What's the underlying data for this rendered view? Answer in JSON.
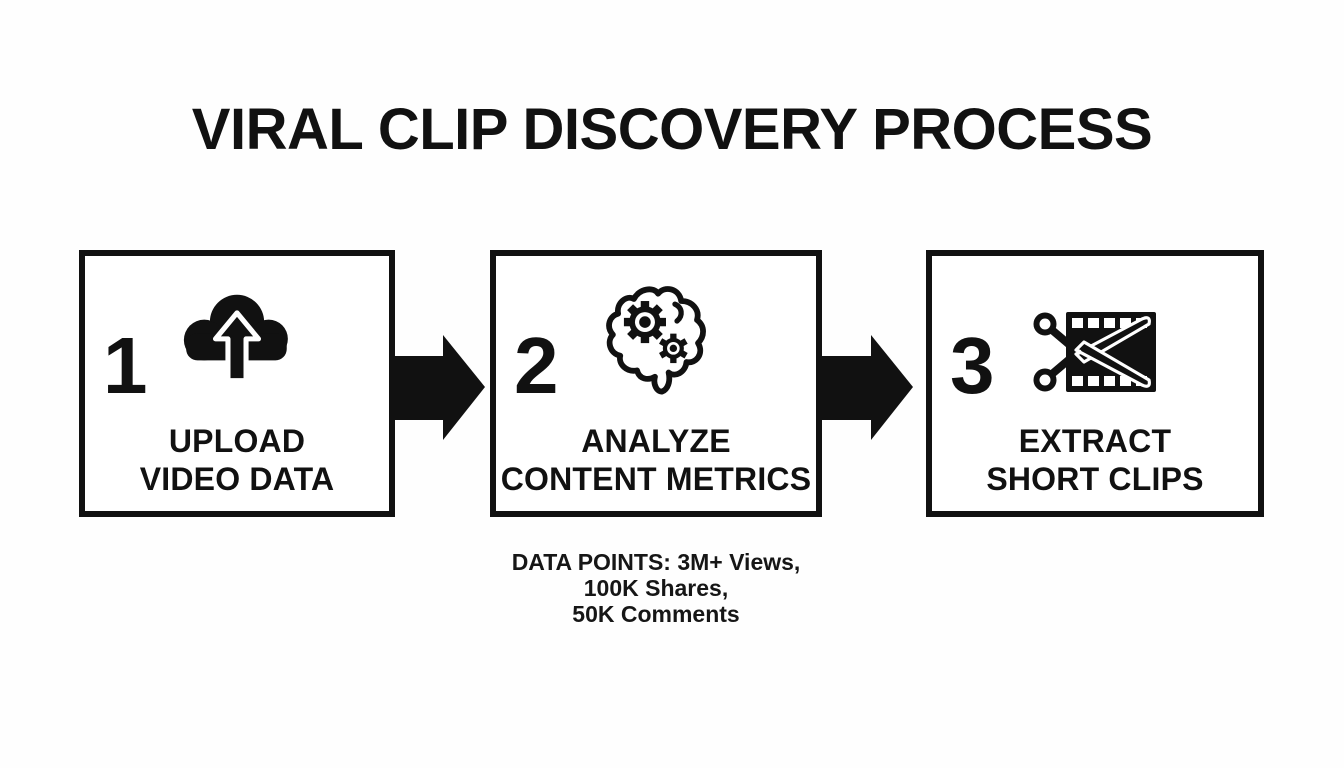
{
  "title": "VIRAL CLIP DISCOVERY PROCESS",
  "steps": [
    {
      "number": "1",
      "icon": "cloud-upload-icon",
      "label_line1": "UPLOAD",
      "label_line2": "VIDEO DATA"
    },
    {
      "number": "2",
      "icon": "brain-gears-icon",
      "label_line1": "ANALYZE",
      "label_line2": "CONTENT METRICS"
    },
    {
      "number": "3",
      "icon": "scissors-filmstrip-icon",
      "label_line1": "EXTRACT",
      "label_line2": "SHORT CLIPS"
    }
  ],
  "annotation": {
    "line1": "DATA POINTS: 3M+ Views,",
    "line2": "100K Shares,",
    "line3": "50K Comments"
  },
  "colors": {
    "ink": "#111111",
    "background": "#ffffff"
  }
}
